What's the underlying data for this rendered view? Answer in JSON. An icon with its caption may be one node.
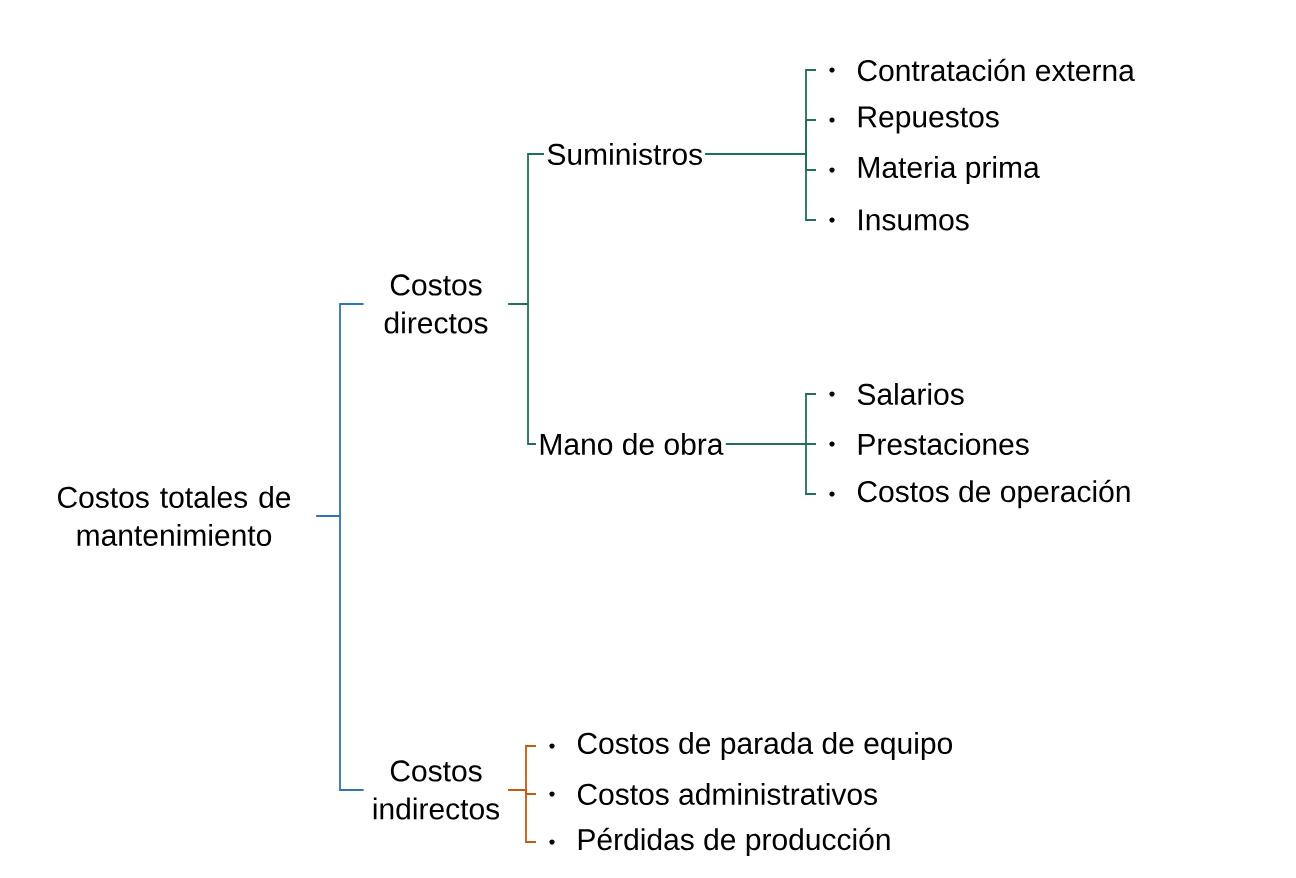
{
  "diagram": {
    "nodes": [
      {
        "text": [
          "Costos totales de mantenimiento"
        ]
      },
      {
        "text": [
          "Costos directos"
        ]
      },
      {
        "text": [
          "Suministros"
        ]
      },
      {
        "text": [
          "Contratación externa"
        ]
      },
      {
        "text": [
          "Repuestos"
        ]
      },
      {
        "text": [
          "Materia prima"
        ]
      },
      {
        "text": [
          "Insumos"
        ]
      },
      {
        "text": [
          "Mano de obra"
        ]
      },
      {
        "text": [
          "Salarios"
        ]
      },
      {
        "text": [
          "Prestaciones"
        ]
      },
      {
        "text": [
          "Costos de operación"
        ]
      },
      {
        "text": [
          "Costos indirectos"
        ]
      },
      {
        "text": [
          "Costos de parada de equipo"
        ]
      },
      {
        "text": [
          "Costos administrativos"
        ]
      },
      {
        "text": [
          "Pérdidas de producción"
        ]
      }
    ],
    "edges": [
      {
        "from": 0,
        "to": 1,
        "arrow": "none",
        "color": "#2e75b6"
      },
      {
        "from": 0,
        "to": 11,
        "arrow": "none",
        "color": "#2e75b6"
      },
      {
        "from": 1,
        "to": 2,
        "arrow": "none"
      },
      {
        "from": 1,
        "to": 7,
        "arrow": "none"
      },
      {
        "from": 2,
        "to": 3,
        "arrow": "none"
      },
      {
        "from": 2,
        "to": 4,
        "arrow": "none"
      },
      {
        "from": 2,
        "to": 5,
        "arrow": "none"
      },
      {
        "from": 2,
        "to": 6,
        "arrow": "none"
      },
      {
        "from": 7,
        "to": 8,
        "arrow": "none"
      },
      {
        "from": 7,
        "to": 9,
        "arrow": "none"
      },
      {
        "from": 7,
        "to": 10,
        "arrow": "none"
      },
      {
        "from": 11,
        "to": 12,
        "arrow": "none",
        "color": "#c55a11"
      },
      {
        "from": 11,
        "to": 13,
        "arrow": "none",
        "color": "#c55a11"
      },
      {
        "from": 11,
        "to": 14,
        "arrow": "none",
        "color": "#c55a11"
      }
    ]
  }
}
